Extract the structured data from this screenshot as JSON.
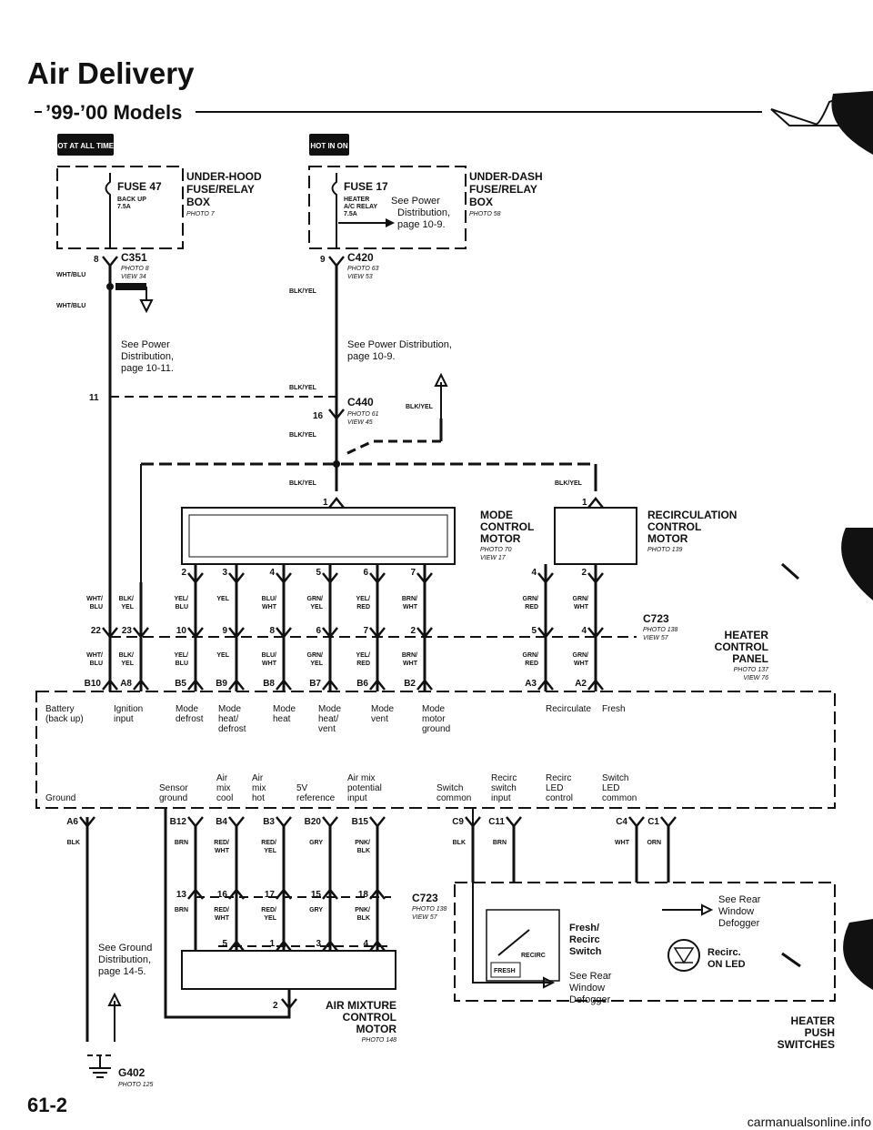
{
  "header": {
    "title": "Air Delivery",
    "subtitle": "’99-’00 Models"
  },
  "page_number": "61-2",
  "watermark": "carmanualsonline.info",
  "fuse47": {
    "tag": "HOT AT ALL TIMES",
    "fuse": "FUSE 47",
    "fuse_desc": [
      "BACK UP",
      "7.5A"
    ],
    "box": [
      "UNDER-HOOD",
      "FUSE/RELAY",
      "BOX"
    ],
    "box_photo": "PHOTO 7",
    "pin": "8",
    "conn": "C351",
    "conn_ref": [
      "PHOTO 8",
      "VIEW 34"
    ],
    "wire": "WHT/BLU",
    "note": [
      "See Power",
      "Distribution,",
      "page 10-11."
    ],
    "pin2": "11"
  },
  "fuse17": {
    "tag": "HOT IN ON",
    "fuse": "FUSE 17",
    "fuse_desc": [
      "HEATER",
      "A/C RELAY",
      "7.5A"
    ],
    "side_note": [
      "See Power",
      "Distribution,",
      "page 10-9."
    ],
    "box": [
      "UNDER-DASH",
      "FUSE/RELAY",
      "BOX"
    ],
    "box_photo": "PHOTO 58",
    "pin": "9",
    "conn": "C420",
    "conn_ref": [
      "PHOTO 63",
      "VIEW 53"
    ],
    "wire": "BLK/YEL",
    "note": [
      "See Power Distribution,",
      "page 10-9."
    ],
    "c440": "C440",
    "c440_pin": "16",
    "c440_ref": [
      "PHOTO 61",
      "VIEW 45"
    ]
  },
  "mode_motor": {
    "label": [
      "MODE",
      "CONTROL",
      "MOTOR"
    ],
    "ref": [
      "PHOTO 70",
      "VIEW 17"
    ],
    "pin1": "1",
    "pins": [
      "2",
      "3",
      "4",
      "5",
      "6",
      "7"
    ],
    "wires": [
      "BLK/YEL",
      "YEL/BLU",
      "YEL",
      "BLU/WHT",
      "GRN/YEL",
      "YEL/RED",
      "BRN/WHT"
    ]
  },
  "recirc_motor": {
    "label": [
      "RECIRCULATION",
      "CONTROL",
      "MOTOR"
    ],
    "ref": "PHOTO 139",
    "pin1": "1",
    "pins": [
      "4",
      "2"
    ],
    "wires": [
      "GRN/RED",
      "GRN/WHT"
    ]
  },
  "c723": {
    "conn": "C723",
    "ref": [
      "PHOTO 138",
      "VIEW 57"
    ],
    "pins_top": [
      "22",
      "23",
      "10",
      "9",
      "8",
      "6",
      "7",
      "2",
      "5",
      "4"
    ],
    "pins_bottom": [
      "B10",
      "A8",
      "B5",
      "B9",
      "B8",
      "B7",
      "B6",
      "B2",
      "A3",
      "A2"
    ],
    "panel": [
      "HEATER",
      "CONTROL",
      "PANEL"
    ],
    "panel_ref": [
      "PHOTO 137",
      "VIEW 76"
    ]
  },
  "panel_functions": {
    "row1": [
      [
        "Battery",
        "(back up)"
      ],
      [
        "Ignition",
        "input"
      ],
      [
        "Mode",
        "defrost"
      ],
      [
        "Mode",
        "heat/",
        "defrost"
      ],
      [
        "Mode",
        "heat"
      ],
      [
        "Mode",
        "heat/",
        "vent"
      ],
      [
        "Mode",
        "vent"
      ],
      [
        "Mode",
        "motor",
        "ground"
      ],
      [
        "Recirculate"
      ],
      [
        "Fresh"
      ]
    ],
    "row2": [
      [
        "Ground"
      ],
      [
        "Sensor",
        "ground"
      ],
      [
        "Air",
        "mix",
        "cool"
      ],
      [
        "Air",
        "mix",
        "hot"
      ],
      [
        "5V",
        "reference"
      ],
      [
        "Air mix",
        "potential",
        "input"
      ],
      [
        "Switch",
        "common"
      ],
      [
        "Recirc",
        "switch",
        "input"
      ],
      [
        "Recirc",
        "LED",
        "control"
      ],
      [
        "Switch",
        "LED",
        "common"
      ]
    ]
  },
  "lower": {
    "pins": [
      "A6",
      "B12",
      "B4",
      "B3",
      "B20",
      "B15",
      "C9",
      "C11",
      "C4",
      "C1"
    ],
    "wires": [
      "BLK",
      "BRN",
      "RED/WHT",
      "RED/YEL",
      "GRY",
      "PNK/BLK",
      "BLK",
      "BRN",
      "WHT",
      "ORN"
    ],
    "c723": "C723",
    "c723_ref": [
      "PHOTO 138",
      "VIEW 57"
    ],
    "inline_pins_top": [
      "13",
      "16",
      "17",
      "15",
      "18"
    ],
    "inline_pins_bottom": [
      "5",
      "1",
      "3",
      "4"
    ],
    "motor_pin": "2",
    "air_mix_motor": [
      "AIR MIXTURE",
      "CONTROL",
      "MOTOR"
    ],
    "air_mix_ref": "PHOTO 148",
    "ground_note": [
      "See Ground",
      "Distribution,",
      "page 14-5."
    ],
    "ground": "G402",
    "ground_ref": "PHOTO 125"
  },
  "switches": {
    "switch_label": [
      "Fresh/",
      "Recirc",
      "Switch"
    ],
    "recirc_text": "RECIRC",
    "fresh_text": "FRESH",
    "defogger_left": [
      "See Rear",
      "Window",
      "Defogger"
    ],
    "defogger_right": [
      "See Rear",
      "Window",
      "Defogger"
    ],
    "led": [
      "Recirc.",
      "ON LED"
    ],
    "title": [
      "HEATER",
      "PUSH",
      "SWITCHES"
    ]
  }
}
